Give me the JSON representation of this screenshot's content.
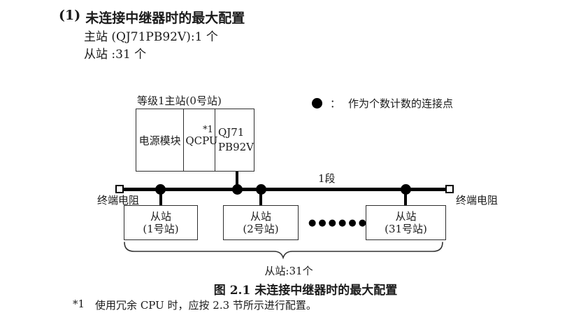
{
  "page": {
    "heading_number": "(1)",
    "heading_text": "未连接中继器时的最大配置",
    "config_lines": [
      "主站 (QJ71PB92V):1 个",
      "从站 :31 个"
    ],
    "caption": "图 2.1 未连接中继器时的最大配置",
    "footnote_marker": "*1",
    "footnote_text": "使用冗余 CPU 时，应按 2.3 节所示进行配置。"
  },
  "diagram": {
    "master_label": "等级1主站(0号站)",
    "master_cells": {
      "power": "电源模块",
      "cpu": "QCPU",
      "cpu_note": "*1",
      "pb_line1": "QJ71",
      "pb_line2": "PB92V"
    },
    "legend": {
      "separator": "：",
      "text": "作为个数计数的连接点"
    },
    "segment_label": "1段",
    "terminator_left_label": "终端电阻",
    "terminator_right_label": "终端电阻",
    "slaves": [
      {
        "line1": "从站",
        "line2": "(1号站)"
      },
      {
        "line1": "从站",
        "line2": "(2号站)"
      },
      {
        "line1": "从站",
        "line2": "(31号站)"
      }
    ],
    "ellipsis": "●●●●●●",
    "brace_label": "从站:31个"
  },
  "colors": {
    "ink": "#1b1b1b",
    "line": "#000000",
    "box_border": "#2e2e2e",
    "background": "#ffffff"
  }
}
